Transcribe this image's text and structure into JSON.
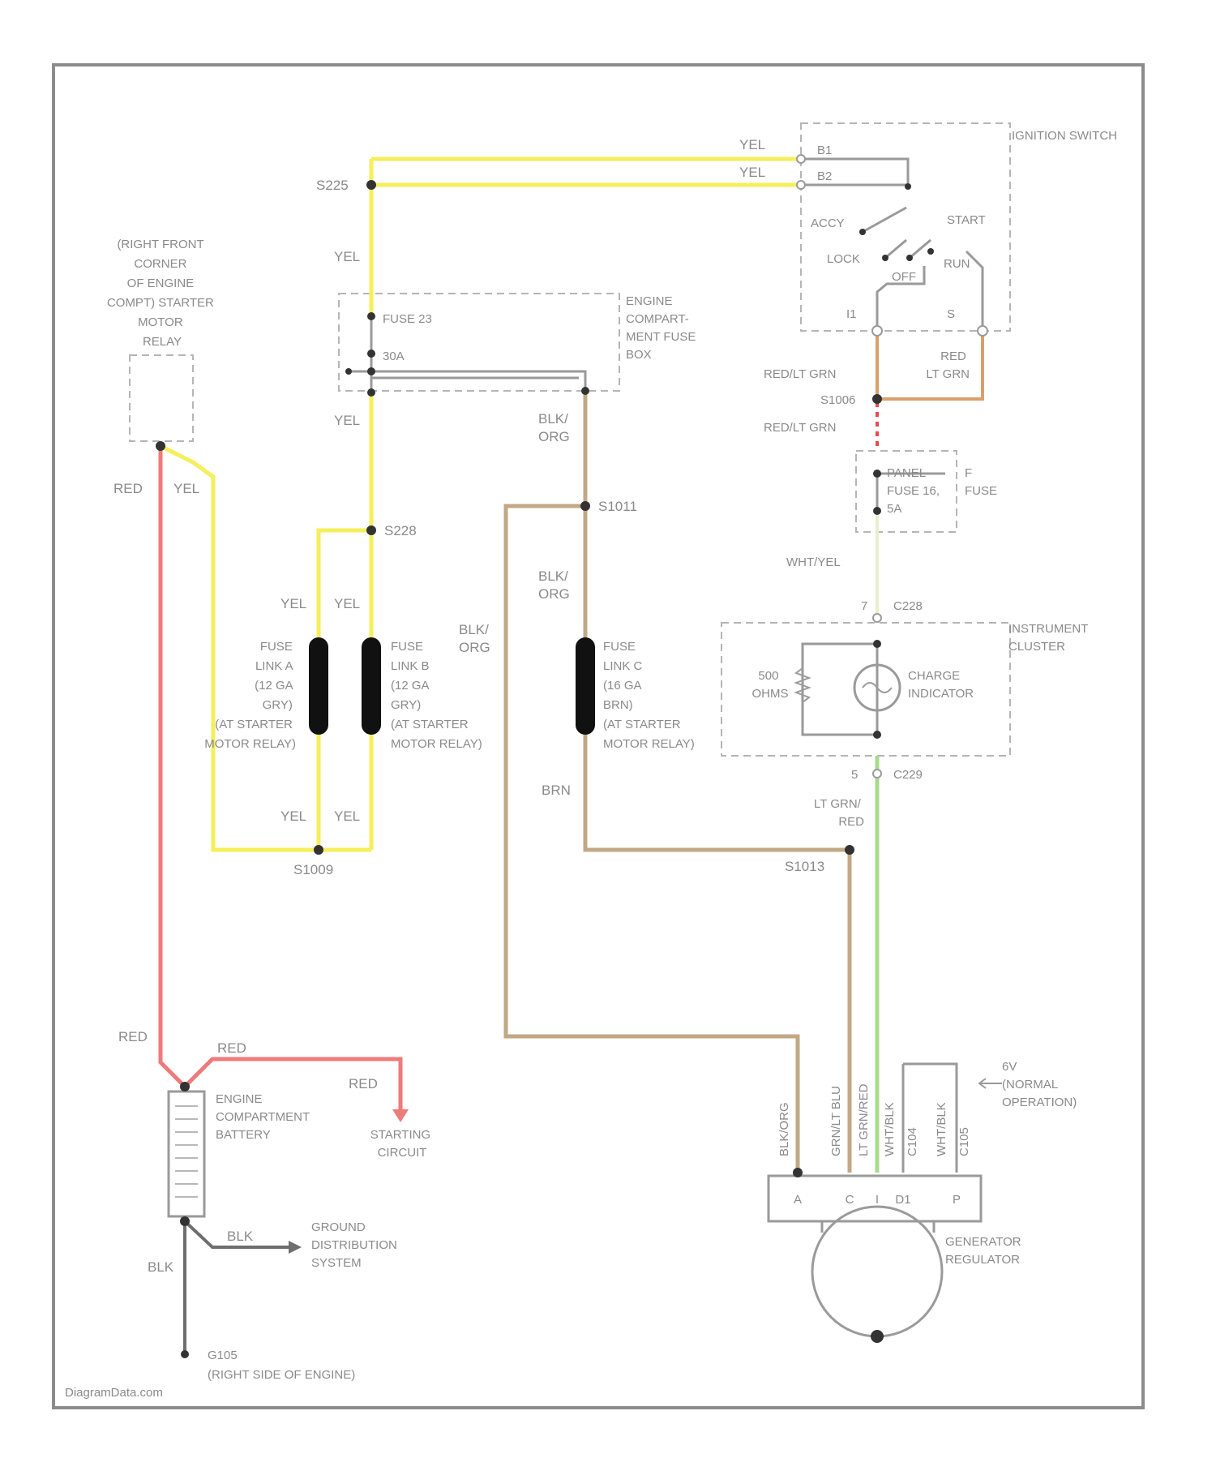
{
  "watermark": "DiagramData.com",
  "components": {
    "ignition_switch": "IGNITION SWITCH",
    "starter_relay": [
      "(RIGHT FRONT",
      "CORNER",
      "OF ENGINE",
      "COMPT) STARTER",
      "MOTOR",
      "RELAY"
    ],
    "fuse_box": [
      "ENGINE",
      "COMPART-",
      "MENT FUSE",
      "BOX"
    ],
    "fuse_23": "FUSE 23",
    "fuse_23_rating": "30A",
    "panel_fuse": [
      "PANEL",
      "FUSE 16,",
      "5A"
    ],
    "panel_fuse_pin": [
      "F",
      "FUSE"
    ],
    "instrument_cluster": [
      "INSTRUMENT",
      "CLUSTER"
    ],
    "charge_indicator": [
      "CHARGE",
      "INDICATOR"
    ],
    "resistor": [
      "500",
      "OHMS"
    ],
    "fuse_link_a": [
      "FUSE",
      "LINK A",
      "(12 GA",
      "GRY)",
      "(AT STARTER",
      "MOTOR RELAY)"
    ],
    "fuse_link_b": [
      "FUSE",
      "LINK B",
      "(12 GA",
      "GRY)",
      "(AT STARTER",
      "MOTOR RELAY)"
    ],
    "fuse_link_c": [
      "FUSE",
      "LINK C",
      "(16 GA",
      "BRN)",
      "(AT STARTER",
      "MOTOR RELAY)"
    ],
    "battery": [
      "ENGINE",
      "COMPARTMENT",
      "BATTERY"
    ],
    "starting_circuit": [
      "STARTING",
      "CIRCUIT"
    ],
    "ground_distribution": [
      "GROUND",
      "DISTRIBUTION",
      "SYSTEM"
    ],
    "ground_g": "G105",
    "ground_loc": "(RIGHT SIDE OF ENGINE)",
    "generator": [
      "GENERATOR",
      "REGULATOR"
    ],
    "normal_op": [
      "6V",
      "(NORMAL",
      "OPERATION)"
    ]
  },
  "switch_positions": {
    "b1": "B1",
    "b2": "B2",
    "accy": "ACCY",
    "start": "START",
    "lock": "LOCK",
    "off": "OFF",
    "run": "RUN",
    "pin_i1": "I1",
    "pin_s": "S"
  },
  "splices": {
    "s225": "S225",
    "s228": "S228",
    "s1006": "S1006",
    "s1009": "S1009",
    "s1011": "S1011",
    "s1013": "S1013"
  },
  "connectors": {
    "c228_pin": "7",
    "c228": "C228",
    "c229_pin": "5",
    "c229": "C229"
  },
  "wire_colors": {
    "yel": "YEL",
    "red": "RED",
    "blk": "BLK",
    "blk_org": [
      "BLK/",
      "ORG"
    ],
    "brn": "BRN",
    "red_lt_grn": [
      "RED",
      "LT GRN"
    ],
    "red_lt_grn_inline": "RED/LT GRN",
    "wht_yel": "WHT/YEL",
    "lt_grn_red": [
      "LT GRN/",
      "RED"
    ]
  },
  "generator_pins": {
    "labels": [
      "BLK/ORG",
      "GRN/LT BLU",
      "LT GRN/RED",
      "WHT/BLK",
      "C104",
      "WHT/BLK",
      "C105"
    ],
    "numbers": [
      "A",
      "C",
      "I",
      "D1",
      "P"
    ]
  }
}
